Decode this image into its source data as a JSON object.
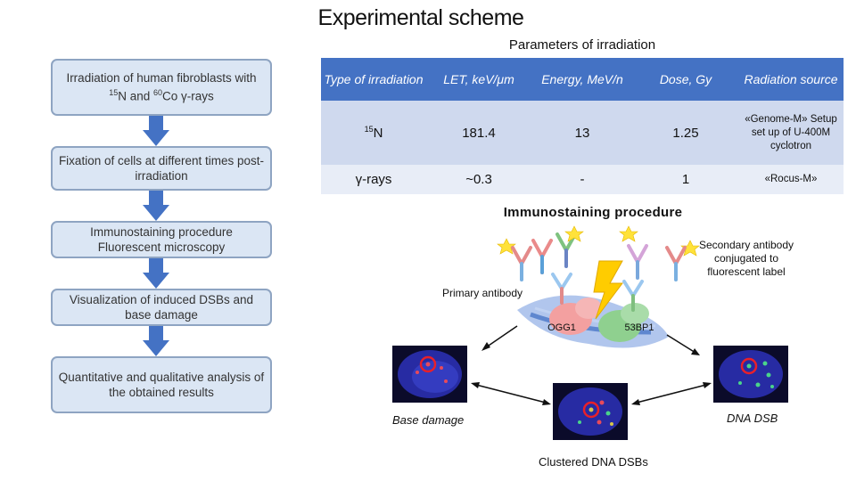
{
  "title": "Experimental scheme",
  "params_title": "Parameters of irradiation",
  "flow": {
    "steps": [
      {
        "pre": "Irradiation of human fibroblasts with ",
        "iso1": "15",
        "mid": "N and ",
        "iso2": "60",
        "post": "Co γ-rays"
      },
      {
        "text": "Fixation of cells at different  times post-irradiation"
      },
      {
        "text": "Immunostaining procedure Fluorescent microscopy"
      },
      {
        "text": "Visualization of induced DSBs and base damage"
      },
      {
        "text": "Quantitative and qualitative analysis of the obtained results"
      }
    ]
  },
  "table": {
    "headers": [
      "Type of irradiation",
      "LET, keV/μm",
      "Energy, MeV/n",
      "Dose, Gy",
      "Radiation source"
    ],
    "row1": {
      "iso": "15",
      "type": "N",
      "let": "181.4",
      "energy": "13",
      "dose": "1.25",
      "source": "«Genome-M» Setup set up of U-400M cyclotron"
    },
    "row2": {
      "type": "γ-rays",
      "let": "~0.3",
      "energy": "-",
      "dose": "1",
      "source": "«Rocus-M»"
    }
  },
  "immuno": {
    "title": "Immunostaining procedure",
    "secondary_label": "Secondary antibody conjugated to fluorescent label",
    "primary_label": "Primary antibody",
    "protein1": "OGG1",
    "protein2": "53BP1",
    "left_caption": "Base damage",
    "right_caption": "DNA DSB",
    "bottom_caption": "Clustered DNA DSBs"
  },
  "colors": {
    "header_bg": "#4472c4",
    "step_bg": "#dbe6f4",
    "arrow": "#4472c4",
    "highlight_circle": "#e8202a"
  }
}
